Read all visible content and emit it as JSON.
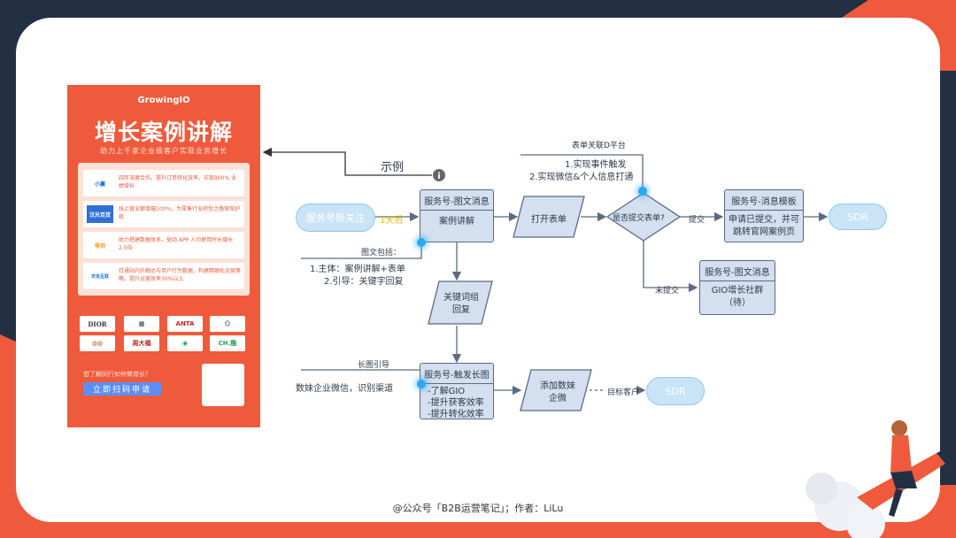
{
  "poster": {
    "brand": "GrowingIO",
    "title": "增长案例讲解",
    "subtitle": "助力上千家企业级客户实现业务增长",
    "cases": [
      {
        "logo": "小赢",
        "text": "四年深度合作，提升订单转化效率，实现900% 业绩增长"
      },
      {
        "logo": "汉光百货",
        "text": "线上营业额增幅100%，为零售行业转型之路保驾护航"
      },
      {
        "logo": "得到",
        "text": "助力搭建数据体系，驱动 APP 人均使用时长增长2.5倍"
      },
      {
        "logo": "农信互联",
        "text": "打通站内外触达与用户行为数据，构建精细化运营策略，提升运营效率30%以上"
      }
    ],
    "brands": [
      "DIOR",
      "",
      "ANTA",
      "",
      "",
      "周大福",
      "",
      "CH.酷"
    ],
    "ask": "想了解同行如何做增长？",
    "scan": "立即扫码申请"
  },
  "annotation": {
    "label": "示例",
    "info_icon": "info-icon"
  },
  "flow": {
    "start": "服务号新关注",
    "day1": "1天后",
    "node1": {
      "header": "服务号-图文消息",
      "body": "案例讲解"
    },
    "open_form": "打开表单",
    "decision": "是否提交表单?",
    "submitted": "提交",
    "not_submitted": "未提交",
    "node_template": {
      "header": "服务号-消息模板",
      "body": [
        "申请已提交，并可",
        "跳转官网案例页"
      ]
    },
    "sdr1": "SDR",
    "node_gio": {
      "header": "服务号-图文消息",
      "body": [
        "GIO增长社群",
        "（待）"
      ]
    },
    "form_platform_title": "表单关联D平台",
    "form_platform_items": [
      "1.实现事件触发",
      "2.实现微信&个人信息打通"
    ],
    "content_title": "图文包括：",
    "content_items": [
      "1.主体：案例讲解+表单",
      "2.引导：关键字回复"
    ],
    "keyword": [
      "关键词组",
      "回复"
    ],
    "long_img_title": "长图引导",
    "long_img_desc": "数妹企业微信，识别渠道",
    "node_long": {
      "header": "服务号-触发长图",
      "body": [
        "-了解GIO",
        "-提升获客效率",
        "-提升转化效率"
      ]
    },
    "add_wechat": [
      "添加数妹",
      "企微"
    ],
    "target": "目标客户",
    "sdr2": "SDR"
  },
  "footer": "@公众号「B2B运营笔记」；作者：LiLu",
  "colors": {
    "orange": "#ef5a3c",
    "navy": "#233044",
    "node": "#d4dfef",
    "pill": "#c9e4f7",
    "glow": "#29a9f0"
  }
}
